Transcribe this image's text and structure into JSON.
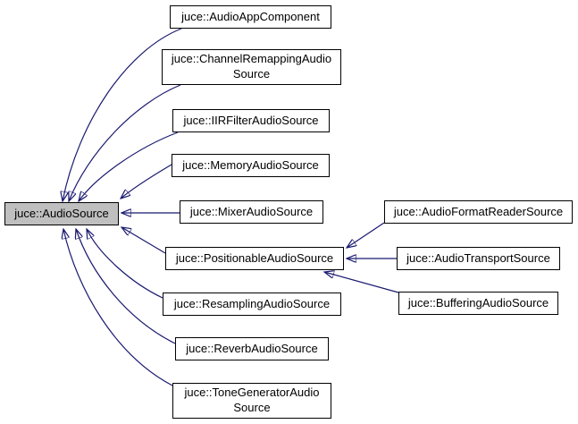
{
  "diagram": {
    "kind": "class-inheritance-graph",
    "base_class": "juce::AudioSource",
    "colors": {
      "background": "#ffffff",
      "edge": "#191970",
      "node_border": "#000000",
      "node_fill": "#ffffff",
      "base_node_fill": "#bfbfbf",
      "text": "#000000"
    },
    "nodes": [
      {
        "id": "audio-source",
        "label": "juce::AudioSource",
        "role": "base"
      },
      {
        "id": "audio-app-component",
        "label": "juce::AudioAppComponent",
        "role": "derived"
      },
      {
        "id": "channel-remapping-audio-source",
        "label": "juce::ChannelRemappingAudio\nSource",
        "role": "derived"
      },
      {
        "id": "iir-filter-audio-source",
        "label": "juce::IIRFilterAudioSource",
        "role": "derived"
      },
      {
        "id": "memory-audio-source",
        "label": "juce::MemoryAudioSource",
        "role": "derived"
      },
      {
        "id": "mixer-audio-source",
        "label": "juce::MixerAudioSource",
        "role": "derived"
      },
      {
        "id": "positionable-audio-source",
        "label": "juce::PositionableAudioSource",
        "role": "derived"
      },
      {
        "id": "resampling-audio-source",
        "label": "juce::ResamplingAudioSource",
        "role": "derived"
      },
      {
        "id": "reverb-audio-source",
        "label": "juce::ReverbAudioSource",
        "role": "derived"
      },
      {
        "id": "tone-generator-audio-source",
        "label": "juce::ToneGeneratorAudio\nSource",
        "role": "derived"
      },
      {
        "id": "audio-format-reader-source",
        "label": "juce::AudioFormatReaderSource",
        "role": "derived"
      },
      {
        "id": "audio-transport-source",
        "label": "juce::AudioTransportSource",
        "role": "derived"
      },
      {
        "id": "buffering-audio-source",
        "label": "juce::BufferingAudioSource",
        "role": "derived"
      }
    ],
    "edges": [
      {
        "from": "audio-app-component",
        "to": "audio-source",
        "type": "public-inheritance"
      },
      {
        "from": "channel-remapping-audio-source",
        "to": "audio-source",
        "type": "public-inheritance"
      },
      {
        "from": "iir-filter-audio-source",
        "to": "audio-source",
        "type": "public-inheritance"
      },
      {
        "from": "memory-audio-source",
        "to": "audio-source",
        "type": "public-inheritance"
      },
      {
        "from": "mixer-audio-source",
        "to": "audio-source",
        "type": "public-inheritance"
      },
      {
        "from": "positionable-audio-source",
        "to": "audio-source",
        "type": "public-inheritance"
      },
      {
        "from": "resampling-audio-source",
        "to": "audio-source",
        "type": "public-inheritance"
      },
      {
        "from": "reverb-audio-source",
        "to": "audio-source",
        "type": "public-inheritance"
      },
      {
        "from": "tone-generator-audio-source",
        "to": "audio-source",
        "type": "public-inheritance"
      },
      {
        "from": "audio-format-reader-source",
        "to": "positionable-audio-source",
        "type": "public-inheritance"
      },
      {
        "from": "audio-transport-source",
        "to": "positionable-audio-source",
        "type": "public-inheritance"
      },
      {
        "from": "buffering-audio-source",
        "to": "positionable-audio-source",
        "type": "public-inheritance"
      }
    ]
  }
}
